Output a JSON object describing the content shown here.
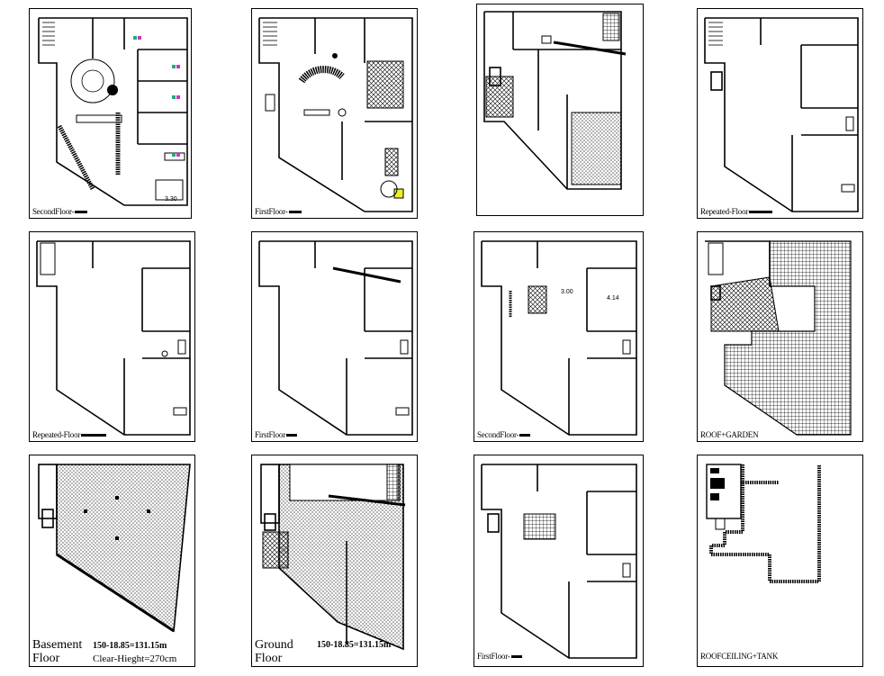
{
  "sheets": [
    {
      "caption": "SecondFloor-"
    },
    {
      "caption": "FirstFloor-"
    },
    {
      "caption": ""
    },
    {
      "caption": "Repeated-Floor"
    },
    {
      "caption": "Repeated-Floor"
    },
    {
      "caption": "FirstFloor"
    },
    {
      "caption": "SecondFloor-"
    },
    {
      "caption": "ROOF+GARDEN"
    },
    {
      "caption": "",
      "title_line1": "Basement",
      "title_line2": "Floor",
      "area": "150-18.85=131.15m",
      "height": "Clear-Hieght=270cm"
    },
    {
      "caption": "",
      "title_line1": "Ground",
      "title_line2": "Floor",
      "area": "150-18.85=131.15m"
    },
    {
      "caption": "FirstFloor-"
    },
    {
      "caption": "ROOFCEILING+TANK"
    }
  ],
  "dims": {
    "d1": "3.30",
    "d2": "3.00",
    "d3": "4.14"
  }
}
